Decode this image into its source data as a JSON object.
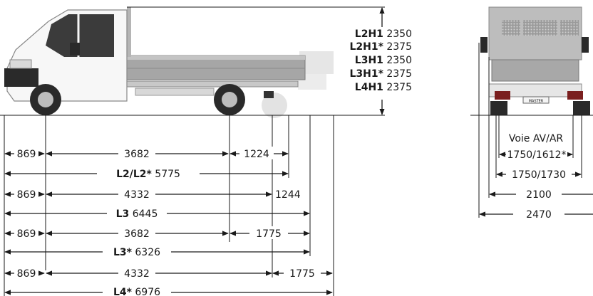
{
  "heights": [
    {
      "code": "L2H1",
      "value": "2350"
    },
    {
      "code": "L2H1*",
      "value": "2375"
    },
    {
      "code": "L3H1",
      "value": "2350"
    },
    {
      "code": "L3H1*",
      "value": "2375"
    },
    {
      "code": "L4H1",
      "value": "2375"
    }
  ],
  "side_dims": {
    "row1": {
      "overhang_front": "869",
      "wheelbase": "3682",
      "overhang_rear": "1224"
    },
    "row2": {
      "code": "L2/L2*",
      "length": "5775"
    },
    "row3": {
      "overhang_front": "869",
      "wheelbase": "4332",
      "overhang_rear": "1244"
    },
    "row4": {
      "code": "L3",
      "length": "6445"
    },
    "row5": {
      "overhang_front": "869",
      "wheelbase": "3682",
      "overhang_rear": "1775"
    },
    "row6": {
      "code": "L3*",
      "length": "6326"
    },
    "row7": {
      "overhang_front": "869",
      "wheelbase": "4332",
      "overhang_rear": "1775"
    },
    "row8": {
      "code": "L4*",
      "length": "6976"
    }
  },
  "rear_dims": {
    "track_label": "Voie AV/AR",
    "track_values": "1750/1612*",
    "track2": "1750/1730",
    "width": "2100",
    "width_mirrors": "2470",
    "plate": "MASTER"
  }
}
